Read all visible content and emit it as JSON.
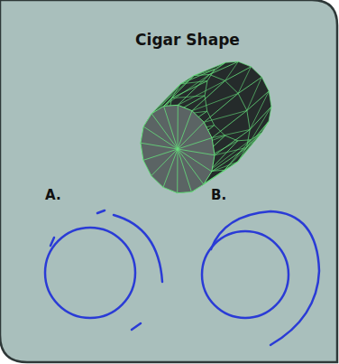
{
  "diagram": {
    "title": "Cigar Shape",
    "labels": [
      "A.",
      "B."
    ]
  }
}
